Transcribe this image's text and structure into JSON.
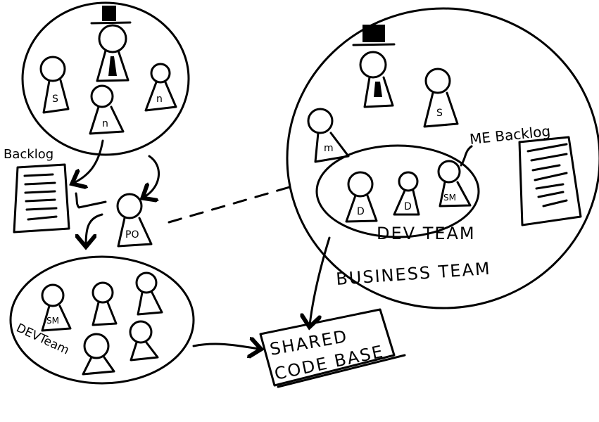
{
  "labels": {
    "backlog_left": "Backlog",
    "backlog_right": "ME Backlog",
    "dev_team_right": "DEV TEAM",
    "business_team": "BUSINESS TEAM",
    "dev_team_left": "DEVTeam",
    "shared_line1": "SHARED",
    "shared_line2": "CODE BASE"
  },
  "figures": {
    "top_s": "S",
    "top_n1": "n",
    "top_n2": "n",
    "po": "PO",
    "left_sm": "SM",
    "right_s": "S",
    "right_m": "m",
    "right_d1": "D",
    "right_d2": "D",
    "right_sm": "SM"
  }
}
